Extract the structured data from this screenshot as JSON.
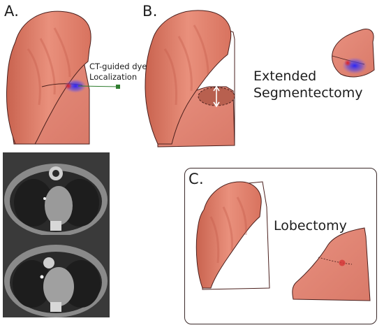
{
  "panel_labels": {
    "a": "A.",
    "b": "B.",
    "c": "C."
  },
  "annotations": {
    "dye_line1": "CT-guided dye",
    "dye_line2": "Localization",
    "extended_line1": "Extended",
    "extended_line2": "Segmentectomy",
    "lobectomy": "Lobectomy"
  },
  "colors": {
    "lung_upper": "#e2806f",
    "lung_lower": "#e69080",
    "outline": "#4a1f1c",
    "dye_blue": "#3a3ad8",
    "lesion_red": "#d63a3a",
    "pointer_green": "#2f7d2f"
  },
  "images": {
    "ct_scans": [
      "ct-scan-upper",
      "ct-scan-lower"
    ]
  }
}
